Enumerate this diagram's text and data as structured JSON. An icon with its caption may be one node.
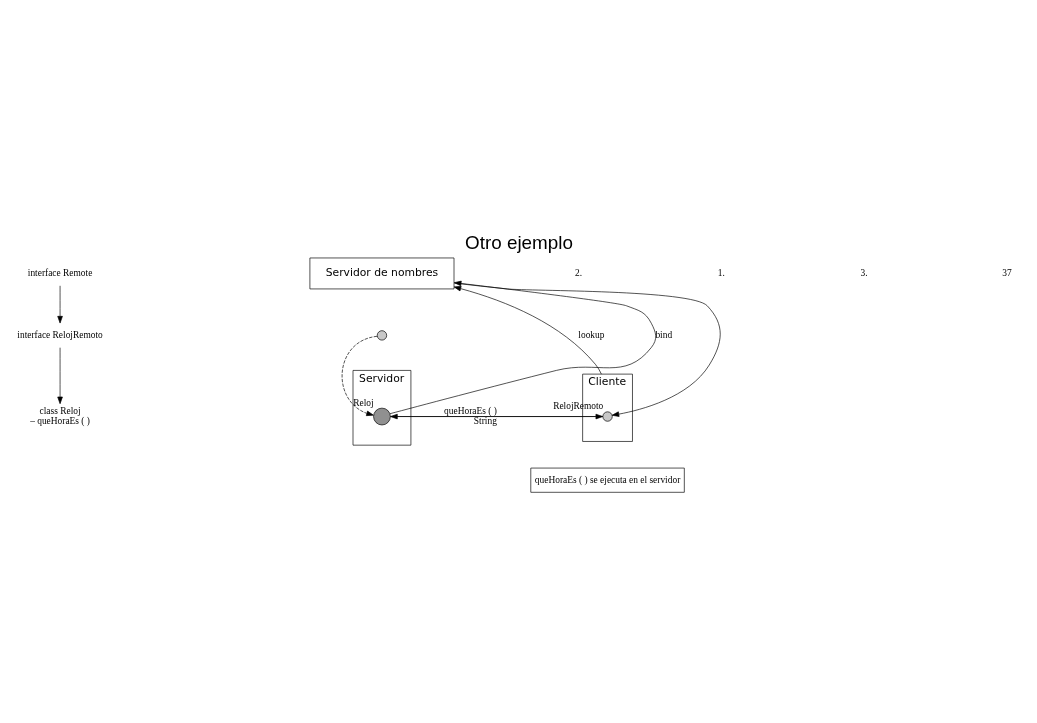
{
  "diagram": {
    "title": "Otro ejemplo",
    "nodes": [
      {
        "text": [
          "Servidor de nombres"
        ]
      },
      {
        "text": [
          "Cliente"
        ]
      },
      {
        "text": [],
        "shape": "circle",
        "in": 1,
        "beside": [
          "RelojRemoto"
        ]
      },
      {
        "text": [
          "Servidor"
        ]
      },
      {
        "text": [],
        "shape": "circle",
        "in": 3,
        "beside": [
          "Reloj"
        ]
      },
      {
        "text": [],
        "shape": "circle"
      },
      {
        "text": [
          "interface Remote"
        ]
      },
      {
        "text": [
          "interface RelojRemoto"
        ]
      },
      {
        "text": [
          "class Reloj",
          "– queHoraEs ( )"
        ]
      },
      {
        "text": [
          "queHoraEs ( ) se ejecuta en el servidor"
        ]
      }
    ],
    "edges": [
      {
        "from": 1,
        "to": 0,
        "arrow": "to",
        "label": "lookup"
      },
      {
        "from": 0,
        "to": 2,
        "arrow": "to"
      },
      {
        "from": 4,
        "to": 0,
        "arrow": "to",
        "label": "bind"
      },
      {
        "from": 5,
        "to": 4,
        "arrow": "to",
        "style": "dashed"
      },
      {
        "from": 2,
        "to": 4,
        "arrow": "to",
        "label": "queHoraEs ( )"
      },
      {
        "from": 4,
        "to": 2,
        "arrow": "to",
        "label": "String"
      },
      {
        "from": 6,
        "to": 7,
        "arrow": "to"
      },
      {
        "from": 7,
        "to": 8,
        "arrow": "to"
      }
    ],
    "labels": [
      "2.",
      "1.",
      "3.",
      "37"
    ]
  }
}
